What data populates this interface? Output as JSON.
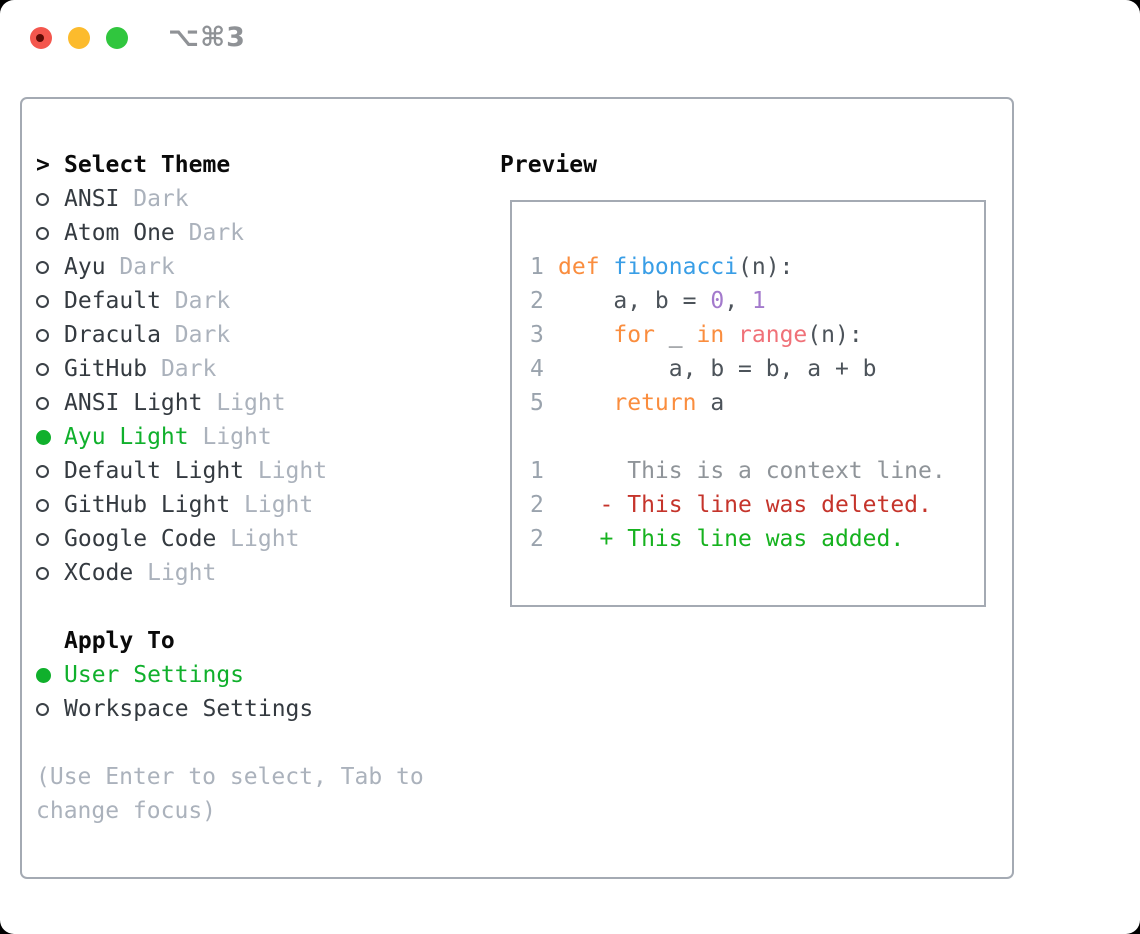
{
  "window": {
    "title": "⌥⌘3"
  },
  "colors": {
    "selected_green": "#10b02c",
    "item_text": "#343a40",
    "muted": "#abb2bc",
    "text": "#4c535a",
    "lineno": "#9aa3ad",
    "keyword": "#fa8d3e",
    "function": "#399ee6",
    "number": "#a37acc",
    "builtin": "#f07178",
    "context": "#8f9499",
    "removed": "#c5342b",
    "added": "#16b21f",
    "traffic_red": "#f4564d",
    "traffic_yellow": "#fcbb2d",
    "traffic_green": "#30c63e",
    "border": "#a4aab3"
  },
  "theme_panel": {
    "header_marker": ">",
    "header": "Select Theme",
    "themes": [
      {
        "name": "ANSI",
        "variant": "Dark",
        "selected": false
      },
      {
        "name": "Atom One",
        "variant": "Dark",
        "selected": false
      },
      {
        "name": "Ayu",
        "variant": "Dark",
        "selected": false
      },
      {
        "name": "Default",
        "variant": "Dark",
        "selected": false
      },
      {
        "name": "Dracula",
        "variant": "Dark",
        "selected": false
      },
      {
        "name": "GitHub",
        "variant": "Dark",
        "selected": false
      },
      {
        "name": "ANSI Light",
        "variant": "Light",
        "selected": false
      },
      {
        "name": "Ayu Light",
        "variant": "Light",
        "selected": true
      },
      {
        "name": "Default Light",
        "variant": "Light",
        "selected": false
      },
      {
        "name": "GitHub Light",
        "variant": "Light",
        "selected": false
      },
      {
        "name": "Google Code",
        "variant": "Light",
        "selected": false
      },
      {
        "name": "XCode",
        "variant": "Light",
        "selected": false
      }
    ],
    "apply_to": {
      "header": "Apply To",
      "options": [
        {
          "name": "User Settings",
          "selected": true
        },
        {
          "name": "Workspace Settings",
          "selected": false
        }
      ]
    },
    "help": [
      "(Use Enter to select, Tab to",
      "change focus)"
    ]
  },
  "preview": {
    "header": "Preview",
    "code_lines": [
      {
        "num": "1",
        "segments": [
          [
            "def ",
            "keyword"
          ],
          [
            "fibonacci",
            "function"
          ],
          [
            "(n):",
            "text"
          ]
        ]
      },
      {
        "num": "2",
        "segments": [
          [
            "    a, b = ",
            "text"
          ],
          [
            "0",
            "number"
          ],
          [
            ", ",
            "text"
          ],
          [
            "1",
            "number"
          ]
        ]
      },
      {
        "num": "3",
        "segments": [
          [
            "    ",
            "text"
          ],
          [
            "for",
            "keyword"
          ],
          [
            " _ ",
            "text"
          ],
          [
            "in",
            "keyword"
          ],
          [
            " ",
            "text"
          ],
          [
            "range",
            "builtin"
          ],
          [
            "(n):",
            "text"
          ]
        ]
      },
      {
        "num": "4",
        "segments": [
          [
            "        a, b = b, a + b",
            "text"
          ]
        ]
      },
      {
        "num": "5",
        "segments": [
          [
            "    ",
            "text"
          ],
          [
            "return",
            "keyword"
          ],
          [
            " a",
            "text"
          ]
        ]
      },
      {
        "num": "",
        "segments": []
      },
      {
        "num": "1",
        "segments": [
          [
            "     This is a context line.",
            "context"
          ]
        ]
      },
      {
        "num": "2",
        "segments": [
          [
            "   ",
            "text"
          ],
          [
            "- This line was deleted.",
            "removed"
          ]
        ]
      },
      {
        "num": "2",
        "segments": [
          [
            "   ",
            "text"
          ],
          [
            "+ This line was added.",
            "added"
          ]
        ]
      }
    ]
  }
}
